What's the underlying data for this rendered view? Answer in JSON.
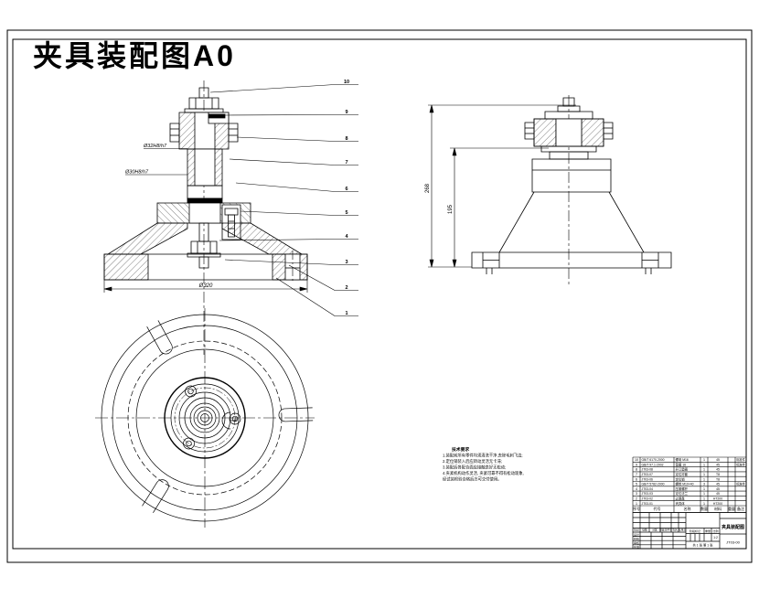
{
  "main_title": "夹具装配图A0",
  "accent_color": "#ff0000",
  "front_view": {
    "base_diameter": "Ø320",
    "fit_upper": "Ø32H8/h7",
    "fit_lower": "Ø30H8/h7"
  },
  "side_view": {
    "overall_height": "268",
    "body_height": "195"
  },
  "balloons": [
    "10",
    "9",
    "8",
    "7",
    "6",
    "5",
    "4",
    "3",
    "2",
    "1"
  ],
  "notes": {
    "header": "技术要求",
    "lines": [
      "1.装配前所有零件均须清洗干净,去除毛刺飞边;",
      "2.定位销装入后应转动灵活无卡滞;",
      "3.装配后各配合面应接触良好无松动;",
      "4.夹紧机构动作灵活, 夹紧可靠不得有松动现象,",
      "经试装检验合格后方可交付使用。"
    ]
  },
  "bom": {
    "columns": [
      "序号",
      "代号",
      "名称",
      "数量",
      "材料",
      "重量",
      "备注"
    ],
    "rows": [
      {
        "seq": "10",
        "code": "GB/T 6170-2000",
        "name": "螺母 M16",
        "qty": "1",
        "material": "45",
        "weight": "",
        "remark": "标准件"
      },
      {
        "seq": "9",
        "code": "GB/T 97.1-2002",
        "name": "垫圈 16",
        "qty": "1",
        "material": "45",
        "weight": "",
        "remark": "标准件"
      },
      {
        "seq": "8",
        "code": "JT03-08",
        "name": "开口垫圈",
        "qty": "1",
        "material": "45",
        "weight": "",
        "remark": ""
      },
      {
        "seq": "7",
        "code": "JT03-07",
        "name": "定位衬套",
        "qty": "1",
        "material": "T8",
        "weight": "",
        "remark": ""
      },
      {
        "seq": "6",
        "code": "JT03-06",
        "name": "定位销",
        "qty": "1",
        "material": "T8",
        "weight": "",
        "remark": ""
      },
      {
        "seq": "5",
        "code": "GB/T 5782-2000",
        "name": "螺栓 M10×40",
        "qty": "3",
        "material": "45",
        "weight": "",
        "remark": "标准件"
      },
      {
        "seq": "4",
        "code": "JT03-04",
        "name": "压紧螺杆",
        "qty": "1",
        "material": "45",
        "weight": "",
        "remark": ""
      },
      {
        "seq": "3",
        "code": "JT03-03",
        "name": "定位法兰",
        "qty": "1",
        "material": "45",
        "weight": "",
        "remark": ""
      },
      {
        "seq": "2",
        "code": "JT03-02",
        "name": "过渡盘",
        "qty": "1",
        "material": "HT200",
        "weight": "",
        "remark": ""
      },
      {
        "seq": "1",
        "code": "JT03-01",
        "name": "夹具体",
        "qty": "1",
        "material": "HT200",
        "weight": "",
        "remark": ""
      }
    ]
  },
  "title_block": {
    "revision_labels": [
      "标记",
      "处数",
      "分区",
      "更改文件号",
      "签名",
      "年月日"
    ],
    "signature_labels": [
      "设计",
      "校核",
      "审核",
      "批准"
    ],
    "stage_label": "阶段标记",
    "weight_label": "重量",
    "scale_label": "比例",
    "scale_value": "1:2",
    "sheet_text": "共 1 张 第 1 张",
    "drawing_title": "夹具装配图",
    "drawing_code": "JT03-00"
  }
}
